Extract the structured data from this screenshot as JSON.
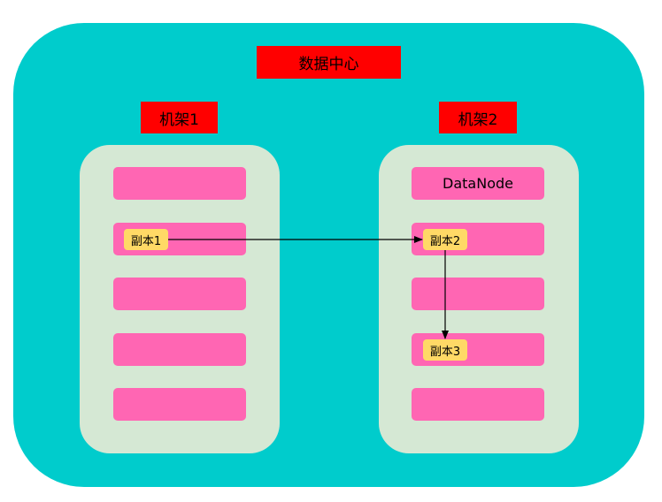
{
  "datacenter": {
    "label": "数据中心"
  },
  "racks": [
    {
      "label": "机架1",
      "nodes": [
        "",
        "",
        "",
        "",
        ""
      ]
    },
    {
      "label": "机架2",
      "nodes": [
        "DataNode",
        "",
        "",
        "",
        ""
      ]
    }
  ],
  "replicas": [
    "副本1",
    "副本2",
    "副本3"
  ],
  "colors": {
    "datacenter": "#00CCCC",
    "rack": "#D5E8D4",
    "node": "#FF66B3",
    "label_box": "#FF0000",
    "replica": "#FFD966"
  }
}
